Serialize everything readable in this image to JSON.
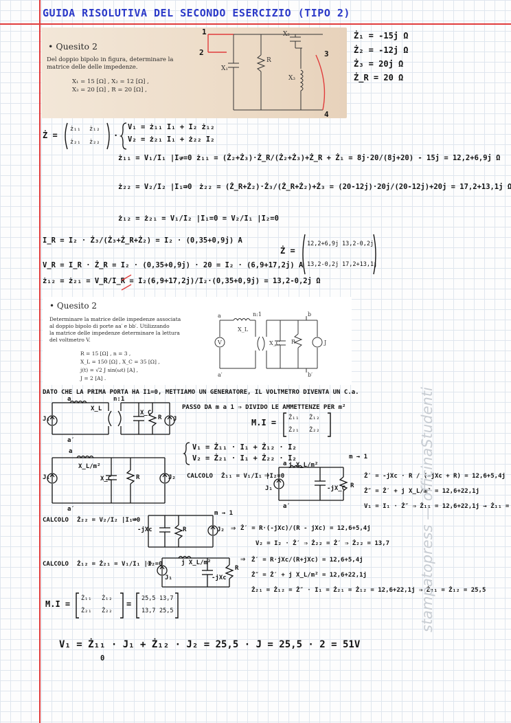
{
  "header": {
    "title": "GUIDA RISOLUTIVA DEL SECONDO ESERCIZIO (TIPO 2)"
  },
  "quesito1": {
    "heading": "• Quesito 2",
    "text_line1": "Del doppio bipolo in figura, determinare la",
    "text_line2": "matrice delle delle impedenze.",
    "values_line1": "X₁ = 15 [Ω] ,  X₂ = 12 [Ω] ,",
    "values_line2": "X₃ = 20 [Ω] ,  R = 20 [Ω] ,",
    "circuit": {
      "n1": "1",
      "n2": "2",
      "n3": "3",
      "n4": "4",
      "x1": "X₁",
      "x2": "X₂",
      "x3": "X₃",
      "r": "R"
    }
  },
  "side_values": {
    "z1": "Ż₁ = -15j Ω",
    "z2": "Ż₂ = -12j Ω",
    "z3": "Ż₃ = 20j Ω",
    "zr": "Ż_R = 20 Ω"
  },
  "z_matrix": {
    "lhs": "Ż =",
    "a11": "ż₁₁",
    "a12": "ż₁₂",
    "a21": "ż₂₁",
    "a22": "ż₂₂",
    "dot": "·",
    "eq1": "V₁ = ż₁₁ I₁ + I₂ ż₁₂",
    "eq2": "V₂ = ż₂₁ I₁ + ż₂₂ I₂"
  },
  "z11": {
    "def": "ż₁₁ = V₁/I₁ |I₂=0",
    "arrow": "⇒",
    "calc": "ż₁₁ = (Ż₂+Ż₃)·Ż_R/(Ż₂+Ż₃)+Ż_R + Ż₁ = 8j·20/(8j+20) - 15j = 12,2+6,9j Ω"
  },
  "z22": {
    "def": "ż₂₂ = V₂/I₂ |I₁=0",
    "arrow": "⇒",
    "calc": "ż₂₂ = (Ż_R+Ż₂)·Ż₃/(Ż_R+Ż₂)+Ż₃ = (20-12j)·20j/(20-12j)+20j = 17,2+13,1j Ω"
  },
  "z12": {
    "def": "ż₁₂ = ż₂₁ = V₁/I₂ |I₁=0 = V₂/I₁ |I₂=0"
  },
  "ir": {
    "eq": "I_R = I₂ · Ż₃/(Ż₃+Ż_R+Ż₂) = I₂ · (0,35+0,9j) A"
  },
  "vr": {
    "eq": "V_R = I_R · Ż_R = I₂ · (0,35+0,9j) · 20 = I₂ · (6,9+17,2j) A"
  },
  "z12res": {
    "eq": "ż₁₂ = ż₂₁ = V_R/I_R = I₂(6,9+17,2j)/I₂·(0,35+0,9j) = 13,2-0,2j Ω"
  },
  "z_result": {
    "lhs": "Ż =",
    "a11": "12,2+6,9j",
    "a12": "13,2-0,2j",
    "a21": "13,2-0,2j",
    "a22": "17,2+13,1j"
  },
  "quesito2": {
    "heading": "• Quesito 2",
    "text": [
      "Determinare la matrice delle impedenze associata",
      "al doppio bipolo di porte aa′ e bb′. Utilizzando",
      "la matrice delle impedenze determinare la lettura",
      "del voltmetro V."
    ],
    "values": [
      "R = 15 [Ω] ,  n = 3 ,",
      "X_L = 150 [Ω] ,  X_C = 35 [Ω] ,",
      "j(t) = √2 J sin(ωt) [A] ,",
      "J = 2 [A] ."
    ],
    "circuit": {
      "a": "a",
      "a2": "a′",
      "b": "b",
      "b2": "b′",
      "n": "n:1",
      "xl": "X_L",
      "xc": "X_C",
      "r": "R",
      "v": "V",
      "j": "J"
    }
  },
  "note1": "DATO CHE LA PRIMA PORTA HA I1=0, METTIAMO UN GENERATORE, IL VOLTMETRO DIVENTA UN C.a.",
  "circ_a": {
    "j1": "J₁",
    "j": "J",
    "xl": "X_L",
    "xc": "X_C",
    "r": "R",
    "nm": "n:1",
    "a": "a",
    "a2": "a′"
  },
  "note2": "PASSO DA m a 1 ⇒ DIVIDO LE AMMETTENZE PER m²",
  "mi": {
    "lhs": "M.I =",
    "a11": "Ż₁₁",
    "a12": "Ż₁₂",
    "a21": "Ż₂₁",
    "a22": "Ż₂₂"
  },
  "v_sys": {
    "eq1": "V₁ = Ż₁₁ · I₁ + Ż₁₂ · I₂",
    "eq2": "V₂ = Ż₂₁ · I₁ + Ż₂₂ · I₂"
  },
  "circ_b": {
    "j1": "J₁",
    "j2": "J₂",
    "xl": "X_L/m²",
    "xc": "X_C",
    "r": "R",
    "a": "a",
    "a2": "a′"
  },
  "calc_z11": {
    "label": "CALCOLO",
    "def": "Ż₁₁ = V₁/I₁ |I₂=0",
    "arrow": "⇒",
    "m": "m → 1",
    "xl": "j X_L/m²",
    "xc": "-jX_C",
    "r": "R",
    "j1": "J₁",
    "a": "a",
    "a2": "a′",
    "r1": "Ż′ = -jXc · R / (-jXc + R) = 12,6+5,4j",
    "r2": "Ż″ = Ż′ + j X_L/m² = 12,6+22,1j",
    "r3": "V₁ = I₁ · Ż″ ⇒ Ż₁₁ = 12,6+22,1j → Ż₁₁ = 25,5"
  },
  "calc_z22": {
    "label": "CALCOLO",
    "def": "Ż₂₂ = V₂/I₂ |I₁=0",
    "arrow": "⇒",
    "m": "m → 1",
    "xc": "-jXc",
    "r": "R",
    "j2": "J₂",
    "r1": "Ż′ = R·(-jXc)/(R - jXc) = 12,6+5,4j",
    "r2": "V₂ = I₂ · Ż′ ⇒ Ż₂₂ = Ż′ ⇒ Ż₂₂ = 13,7"
  },
  "calc_z12": {
    "label": "CALCOLO",
    "def": "Ż₁₂ = Ż₂₁ = V₁/I₁ |I₂=0",
    "arrow": "⇒",
    "xl": "j X_L/m²",
    "xc": "-jXc",
    "r": "R",
    "j1": "J₁",
    "r1": "Ż′ = R·jXc/(R+jXc) = 12,6+5,4j",
    "r2": "Ż″ = Ż′ + j X_L/m² = 12,6+22,1j",
    "r3": "Ż₂₁ = Ż₁₂ = Ż″ · I₁ = Ż₂₁ = Ż₁₂ = 12,6+22,1j ⇒ Ż₂₁ = Ż₁₂ = 25,5"
  },
  "mi_result": {
    "lhs": "M.I =",
    "a11": "Ż₁₁",
    "a12": "Ż₁₂",
    "a21": "Ż₂₁",
    "a22": "Ż₂₂",
    "eq": "=",
    "b11": "25,5",
    "b12": "13,7",
    "b21": "13,7",
    "b22": "25,5"
  },
  "final": {
    "eq": "V₁ = Ż₁₁ · J₁ + Ż₁₂ · J₂ = 25,5 · J = 25,5 · 2 = 51V",
    "zero": "0"
  },
  "watermark": "stampatopress — officinaStudenti"
}
